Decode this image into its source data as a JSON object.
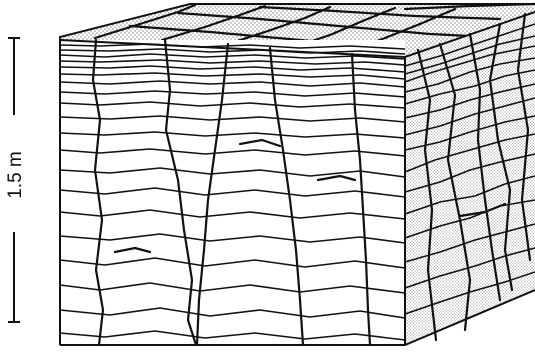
{
  "scale_bar": {
    "label": "1.5 m"
  },
  "block": {
    "faces": [
      "top",
      "front",
      "right-side"
    ],
    "top_face_pattern": "stippled",
    "side_face_pattern": "stippled",
    "front_face_pattern": "bedding-lines-with-vertical-fractures"
  }
}
